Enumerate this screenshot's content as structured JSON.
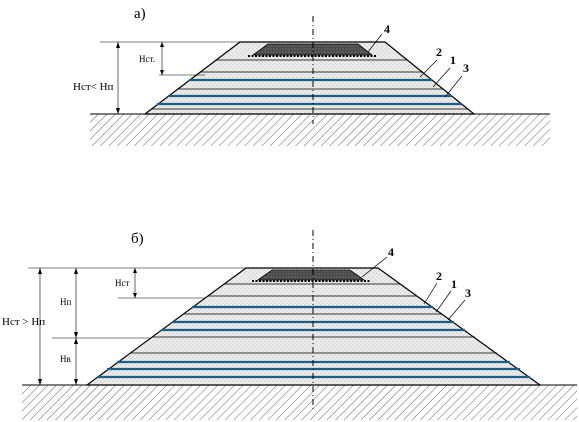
{
  "panel_a": {
    "title": "а)",
    "dim_total": "Нст< Нп",
    "dim_top": "Нст.",
    "markers": [
      "4",
      "2",
      "1",
      "3"
    ]
  },
  "panel_b": {
    "title": "б)",
    "dim_total": "Нст > Нп",
    "dim_top": "Нст",
    "dim_mid": "Нп",
    "dim_bottom": "Нв",
    "markers": [
      "4",
      "2",
      "1",
      "3"
    ]
  },
  "colors": {
    "geogrid_layer": "#1c5f86",
    "soil_fill": "#e6e6e6",
    "ballast": "#555555",
    "outline": "#000000"
  }
}
